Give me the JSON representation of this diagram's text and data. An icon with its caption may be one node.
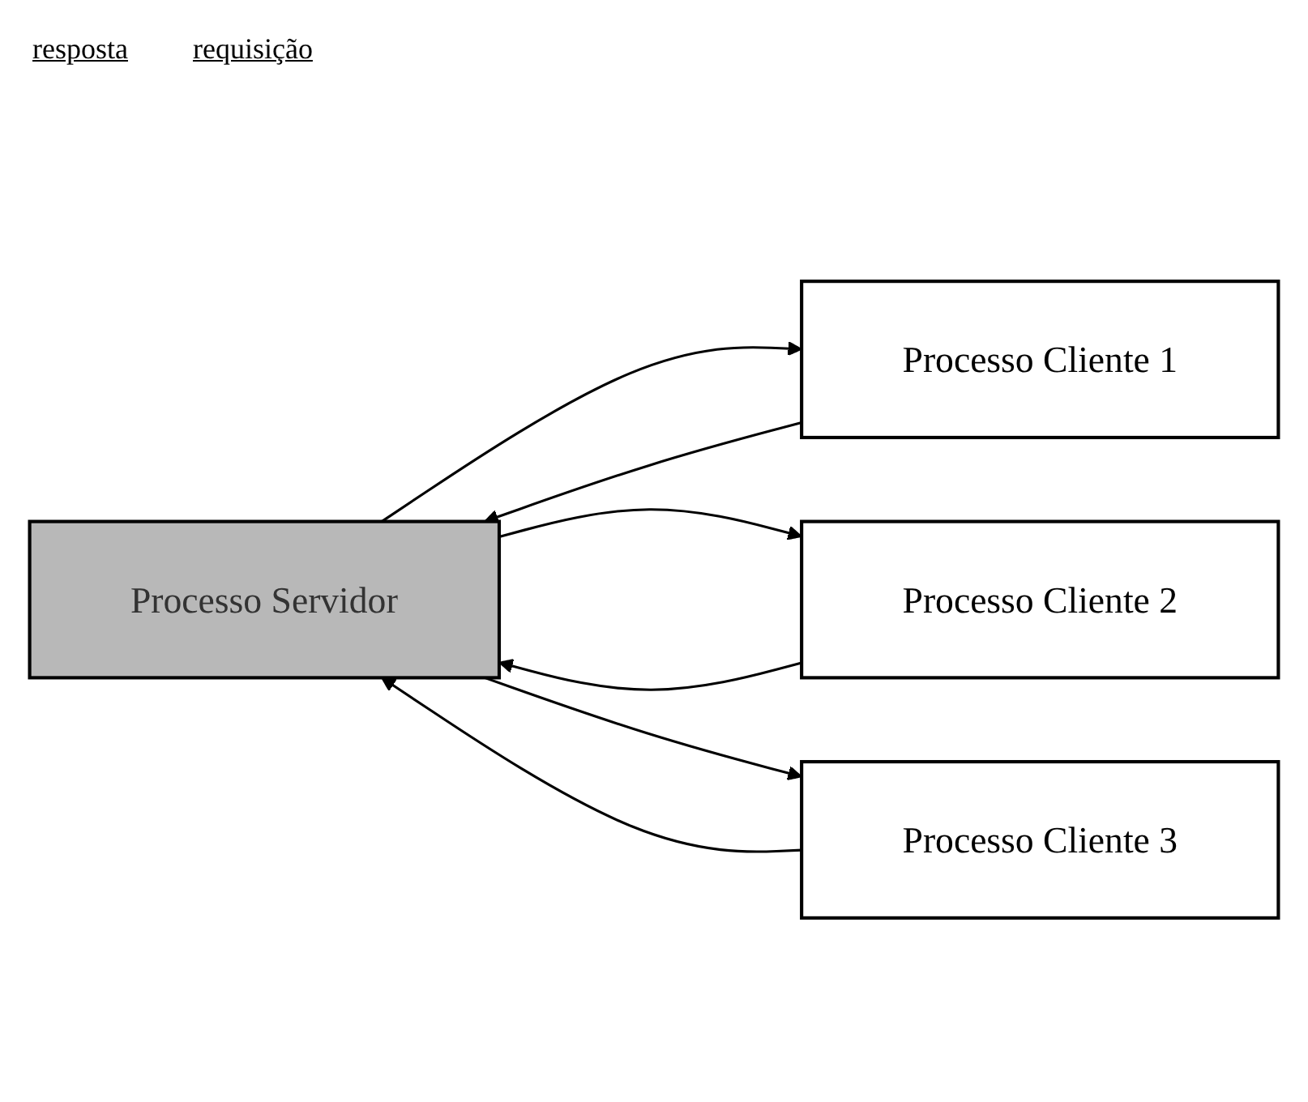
{
  "diagram": {
    "nodes": [
      {
        "text": [
          "Processo Servidor"
        ]
      },
      {
        "text": [
          "Processo Cliente 1"
        ]
      },
      {
        "text": [
          "Processo Cliente 2"
        ]
      },
      {
        "text": [
          "Processo Cliente 3"
        ]
      }
    ],
    "edges": [
      {
        "from": 0,
        "to": 1,
        "arrow": "to"
      },
      {
        "from": 1,
        "to": 0,
        "arrow": "to"
      },
      {
        "from": 0,
        "to": 2,
        "arrow": "to"
      },
      {
        "from": 2,
        "to": 0,
        "arrow": "to"
      },
      {
        "from": 3,
        "to": 0,
        "arrow": "to"
      },
      {
        "from": 0,
        "to": 3,
        "arrow": "to"
      }
    ],
    "labels": [
      "resposta",
      "requisição"
    ]
  }
}
